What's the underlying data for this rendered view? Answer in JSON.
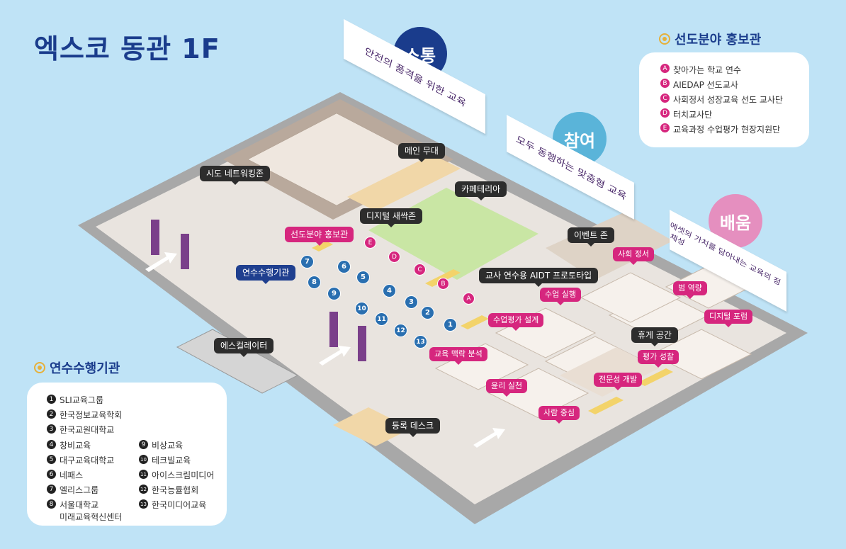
{
  "title": "엑스코 동관 1F",
  "circles": [
    {
      "text": "소통",
      "color": "#1a3c8c"
    },
    {
      "text": "참여",
      "color": "#5ab4d9"
    },
    {
      "text": "배움",
      "color": "#e58fbf"
    }
  ],
  "banners": [
    "안전의 품격을 위한 교육",
    "모두 동행하는 맞춤형 교육",
    "에셋의 가치를 담아내는 교육의 정체성"
  ],
  "zone_labels": {
    "main_stage": "메인 무대",
    "networking": "시도 네트워킹존",
    "cafeteria": "카페테리아",
    "digital_sprout": "디지털 새싹존",
    "leading_hall": "선도분야 홍보관",
    "event_zone": "이벤트 존",
    "training_org": "연수수행기관",
    "aidt": "교사 연수용 AIDT 프로토타입",
    "social_emotion": "사회 정서",
    "escalator": "에스컬레이터",
    "lesson_practice": "수업 실행",
    "crime_capacity": "범 역량",
    "digital_forum": "디지털 포럼",
    "lesson_eval_design": "수업평가 설계",
    "rest_area": "휴게 공간",
    "edu_context": "교육 맥락 분석",
    "eval_reflection": "평가 성찰",
    "ethics_practice": "윤리 실천",
    "expertise_dev": "전문성 개발",
    "registration": "등록 데스크",
    "person_centered": "사람 중심"
  },
  "map_numbers": [
    "1",
    "2",
    "3",
    "4",
    "5",
    "6",
    "7",
    "8",
    "9",
    "10",
    "11",
    "12",
    "13"
  ],
  "map_letters": [
    "A",
    "B",
    "C",
    "D",
    "E"
  ],
  "leading_panel": {
    "heading": "선도분야 홍보관",
    "items": [
      {
        "mark": "A",
        "text": "찾아가는 학교 연수"
      },
      {
        "mark": "B",
        "text": "AIEDAP 선도교사"
      },
      {
        "mark": "C",
        "text": "사회정서 성장교육 선도 교사단"
      },
      {
        "mark": "D",
        "text": "터치교사단"
      },
      {
        "mark": "E",
        "text": "교육과정 수업평가 현장지원단"
      }
    ]
  },
  "training_panel": {
    "heading": "연수수행기관",
    "left_items": [
      {
        "mark": "1",
        "text": "SLI교육그룹"
      },
      {
        "mark": "2",
        "text": "한국정보교육학회"
      },
      {
        "mark": "3",
        "text": "한국교원대학교"
      },
      {
        "mark": "4",
        "text": "창비교육"
      },
      {
        "mark": "5",
        "text": "대구교육대학교"
      },
      {
        "mark": "6",
        "text": "네패스"
      },
      {
        "mark": "7",
        "text": "엘리스그룹"
      },
      {
        "mark": "8",
        "text": "서울대학교",
        "text2": "미래교육혁신센터"
      }
    ],
    "right_items": [
      {
        "mark": "9",
        "text": "비상교육"
      },
      {
        "mark": "10",
        "text": "테크빌교육"
      },
      {
        "mark": "11",
        "text": "아이스크림미디어"
      },
      {
        "mark": "12",
        "text": "한국능률협회"
      },
      {
        "mark": "13",
        "text": "한국미디어교육"
      }
    ]
  },
  "colors": {
    "navy": "#1a3c8c",
    "pink": "#d6267e",
    "floor": "#a7a7a7",
    "green": "#c9e6a4"
  }
}
